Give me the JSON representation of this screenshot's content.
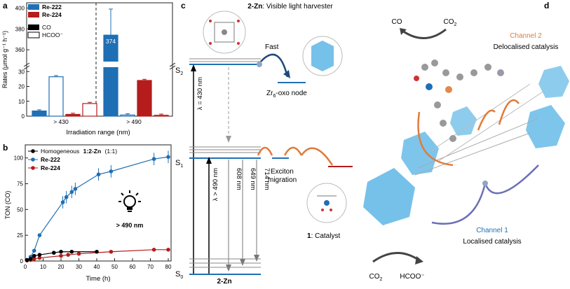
{
  "panel_labels": {
    "a": "a",
    "b": "b",
    "c": "c",
    "d": "d"
  },
  "colors": {
    "re222": "#1f6fb4",
    "re224": "#b51c1c",
    "co": "#000000",
    "node": "#5eb6e6",
    "orange": "#e07b3a",
    "purple": "#6b6fb6"
  },
  "panel_a": {
    "ylabel": "Rates (μmol g⁻¹ h⁻¹)",
    "xlabel": "Irradiation range (nm)",
    "legend": {
      "re222": "Re-222",
      "re224": "Re-224",
      "co": "CO",
      "hcoo": "HCOO⁻"
    },
    "ticks_low": [
      "0",
      "10",
      "20",
      "30"
    ],
    "ticks_high": [
      "360",
      "380",
      "400"
    ],
    "groups": [
      "> 430",
      "> 490"
    ],
    "bar_label": "374"
  },
  "panel_b": {
    "ylabel": "TON (CO)",
    "xlabel": "Time (h)",
    "xticks": [
      "0",
      "10",
      "20",
      "30",
      "40",
      "50",
      "60",
      "70",
      "80"
    ],
    "yticks": [
      "0",
      "25",
      "50",
      "75",
      "100"
    ],
    "legend": {
      "homog": "Homogeneous",
      "homog_bold": "1:2-Zn",
      "homog_ratio": "(1:1)",
      "re222": "Re-222",
      "re224": "Re-224"
    },
    "wavelength": "> 490 nm"
  },
  "panel_c": {
    "title_bold": "2-Zn",
    "title_rest": ": Visible light harvester",
    "fast": "Fast",
    "node_pre": "Zr",
    "node_sub": "6",
    "node_post": "-oxo node",
    "s2": "S",
    "s2sub": "2",
    "s1": "S",
    "s1sub": "1",
    "s0": "S",
    "s0sub": "0",
    "lambda430": "λ = 430 nm",
    "lambda490": "λ > 490 nm",
    "em1": "608 nm",
    "em2": "649 nm",
    "em3": "714 nm",
    "exciton1": "Exciton",
    "exciton2": "migration",
    "catalyst_bold": "1",
    "catalyst_rest": ": Catalyst",
    "bottom": "2-Zn"
  },
  "panel_d": {
    "co": "CO",
    "co2_top": "CO",
    "co2_top_sub": "2",
    "ch2_name": "Channel 2",
    "ch2_desc": "Delocalised catalysis",
    "ch1_name": "Channel 1",
    "ch1_desc": "Localised catalysis",
    "co2_bot": "CO",
    "co2_bot_sub": "2",
    "hcoo": "HCOO⁻"
  },
  "chart_data": [
    {
      "type": "bar",
      "categories": [
        "> 430",
        "> 490"
      ],
      "series": [
        {
          "name": "Re-222 CO",
          "values": [
            3.5,
            374
          ]
        },
        {
          "name": "Re-222 HCOO⁻",
          "values": [
            26.5,
            0.8
          ]
        },
        {
          "name": "Re-224 CO",
          "values": [
            1.2,
            24
          ]
        },
        {
          "name": "Re-224 HCOO⁻",
          "values": [
            8.5,
            0.6
          ]
        }
      ],
      "xlabel": "Irradiation range (nm)",
      "ylabel": "Rates (μmol g⁻¹ h⁻¹)"
    },
    {
      "type": "line",
      "xlabel": "Time (h)",
      "ylabel": "TON (CO)",
      "xlim": [
        0,
        80
      ],
      "ylim": [
        0,
        110
      ],
      "series": [
        {
          "name": "Re-222",
          "x": [
            1,
            3,
            5,
            8,
            21,
            23,
            26,
            28,
            41,
            48,
            72,
            80
          ],
          "y": [
            1,
            4,
            10,
            25,
            57,
            62,
            67,
            70,
            84,
            87,
            99,
            101
          ]
        },
        {
          "name": "Re-224",
          "x": [
            1,
            3,
            5,
            8,
            20,
            24,
            30,
            48,
            72,
            80
          ],
          "y": [
            0.5,
            1,
            2,
            3,
            5,
            6,
            7,
            9,
            11,
            11
          ]
        },
        {
          "name": "Homogeneous 1:2-Zn (1:1)",
          "x": [
            1,
            3,
            5,
            8,
            16,
            20,
            26,
            40
          ],
          "y": [
            1,
            2,
            5,
            6,
            8,
            9,
            9,
            9
          ]
        }
      ]
    }
  ]
}
